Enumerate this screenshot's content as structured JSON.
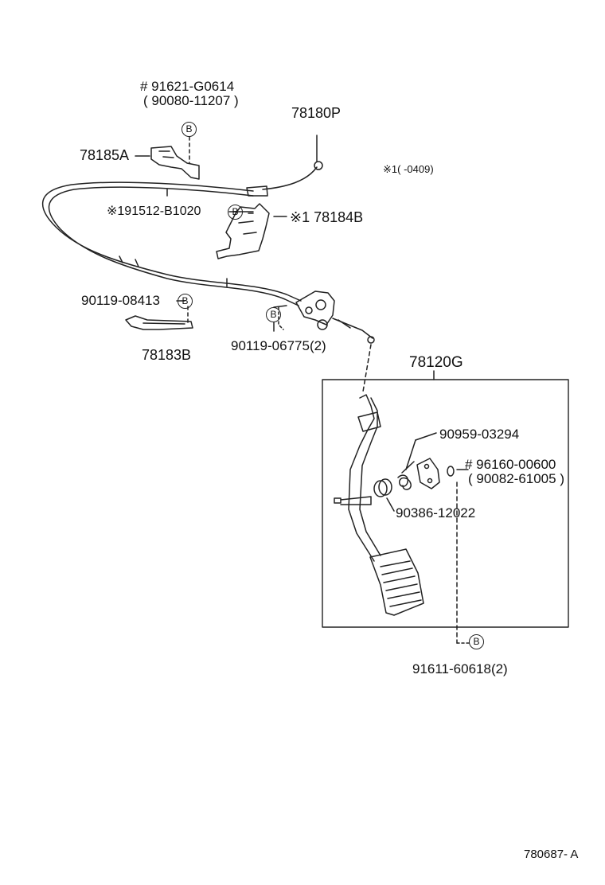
{
  "diagram": {
    "callouts": {
      "p1_line1": "# 91621-G0614",
      "p1_line2": "( 90080-11207 )",
      "p2": "78180P",
      "p3": "78185A",
      "p4": "※1(       -0409)",
      "p5": "※191512-B1020",
      "p6": "※1  78184B",
      "p7": "90119-08413",
      "p8": "78183B",
      "p9": "90119-06775(2)",
      "p10": "78120G",
      "p11": "90959-03294",
      "p12_line1": "# 96160-00600",
      "p12_line2": "( 90082-61005 )",
      "p13": "90386-12022",
      "p14": "91611-60618(2)",
      "figure_id": "780687- A"
    },
    "circle_letter": "B"
  }
}
